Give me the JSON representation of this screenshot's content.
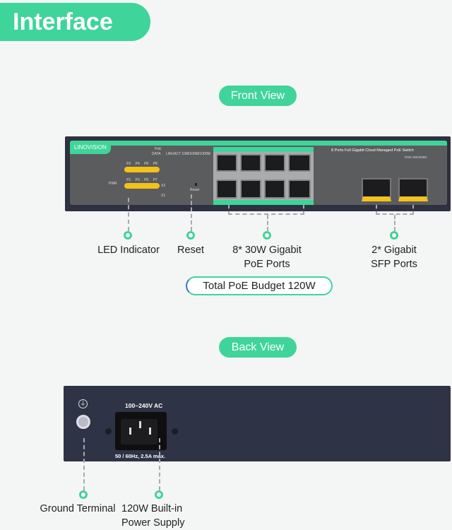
{
  "header": {
    "title": "Interface"
  },
  "front": {
    "pill": "Front View",
    "brand": "LINOVISION",
    "legend_poe": "PoE",
    "legend_data": "DATA",
    "legend_link": "LNK/ACT 10M/100M/1000M",
    "product_name": "8 Ports Full Gigabit Cloud Managed PoE Switch",
    "model": "POE-SW1008G",
    "pwr": "PWR",
    "reset": "Reset",
    "led_top": [
      "P2",
      "P4",
      "P6",
      "P8"
    ],
    "led_bottom": [
      "P1",
      "P3",
      "P5",
      "P7"
    ],
    "led_x": [
      "X2",
      "X1"
    ],
    "callouts": [
      "LED Indicator",
      "Reset",
      "8* 30W Gigabit PoE Ports",
      "2* Gigabit SFP Ports"
    ],
    "budget": "Total PoE Budget 120W"
  },
  "back": {
    "pill": "Back View",
    "voltage": "100~240V AC",
    "rating": "50 / 60Hz, 2.5A max.",
    "callouts": [
      "Ground Terminal",
      "120W Built-in Power Supply"
    ]
  },
  "colors": {
    "accent": "#3fd49a",
    "device": "#2d3140",
    "led_strip": "#f3c21b"
  }
}
